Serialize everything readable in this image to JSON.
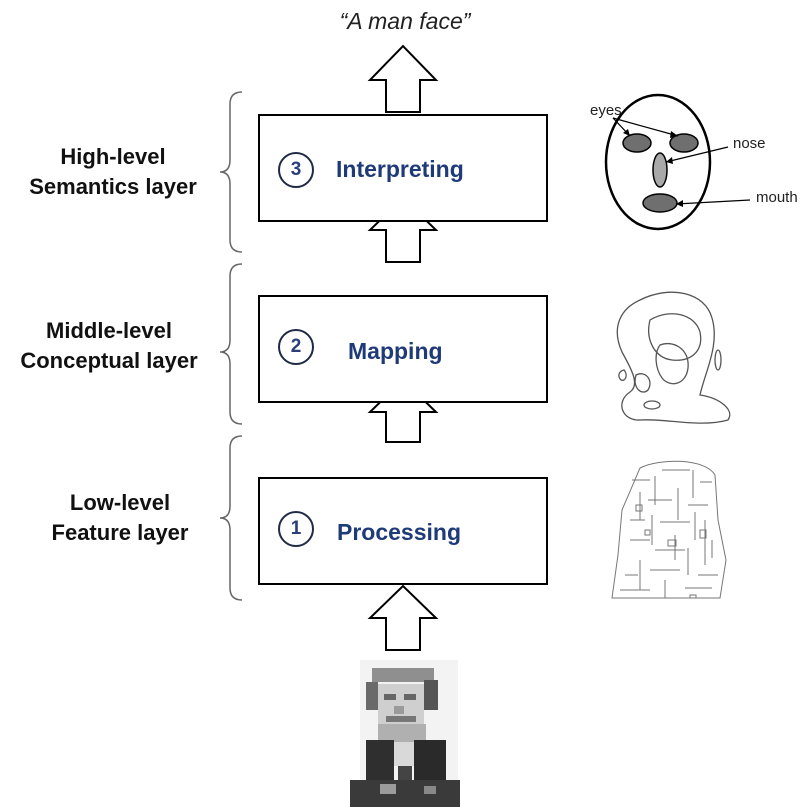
{
  "output_text": "“A man face”",
  "layers": [
    {
      "level": "High-level",
      "name": "Semantics layer",
      "step": "3",
      "process": "Interpreting"
    },
    {
      "level": "Middle-level",
      "name": "Conceptual layer",
      "step": "2",
      "process": "Mapping"
    },
    {
      "level": "Low-level",
      "name": "Feature layer",
      "step": "1",
      "process": "Processing"
    }
  ],
  "face_labels": {
    "eyes": "eyes",
    "nose": "nose",
    "mouth": "mouth"
  },
  "colors": {
    "process_text": "#1f3a78",
    "face_parts": "#6f6f6f",
    "nose": "#a9a9a9"
  }
}
